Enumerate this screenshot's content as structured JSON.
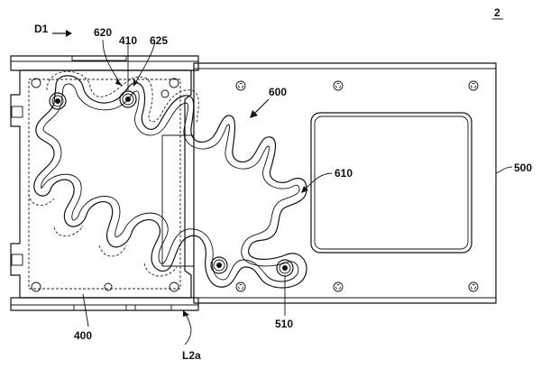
{
  "figure": {
    "figure_ref": "2",
    "labels": {
      "direction": "D1",
      "tube_bend_upper": "620",
      "screw_upper": "410",
      "bend_upper_right": "625",
      "heat_pipe_assembly": "600",
      "pipe_outline": "610",
      "tray": "500",
      "screw_lower": "510",
      "base_plate": "400",
      "line_ref": "L2a"
    }
  }
}
